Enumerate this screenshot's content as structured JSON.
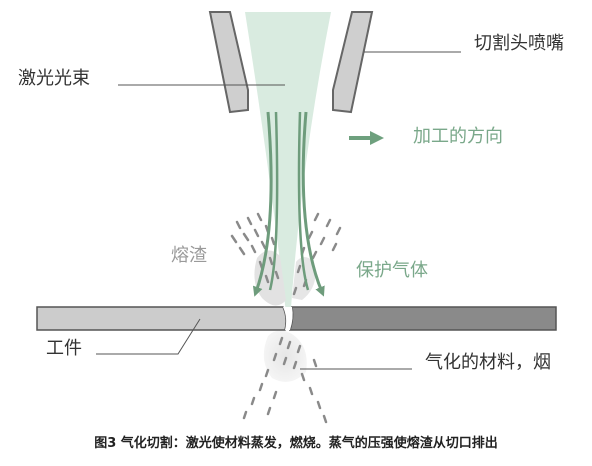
{
  "labels": {
    "nozzle": "切割头喷嘴",
    "laser_beam": "激光光束",
    "cut_direction": "加工的方向",
    "slag": "熔渣",
    "shield_gas": "保护气体",
    "workpiece": "工件",
    "vaporized_material": "气化的材料，烟"
  },
  "caption": "图3 气化切割：激光使材料蒸发，燃烧。蒸气的压强使熔渣从切口排出",
  "colors": {
    "beam_fill": "#d9ebe0",
    "gas_arrow": "#6e9c7c",
    "direction_arrow": "#6ea07e",
    "nozzle_fill": "#cfcfcf",
    "workpiece_left": "#cccccc",
    "workpiece_right": "#8a8a8a",
    "leader_line": "#555555"
  }
}
